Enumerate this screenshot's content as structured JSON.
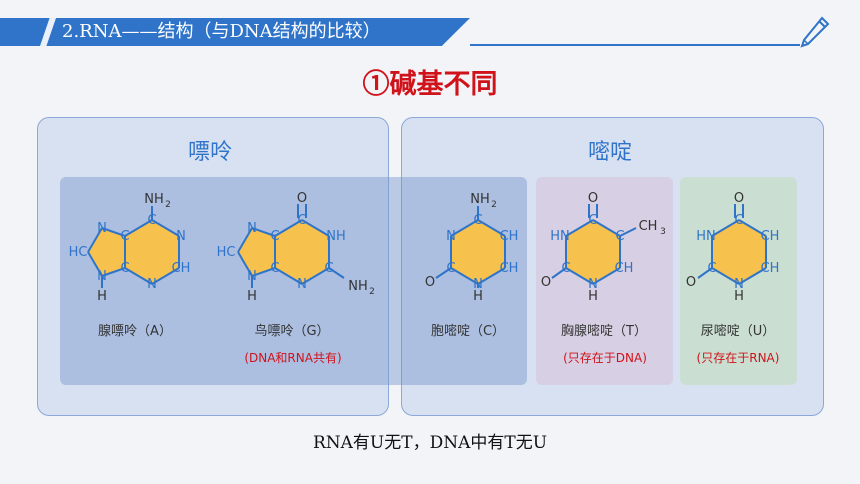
{
  "header": {
    "title": "2.RNA——结构（与DNA结构的比较）"
  },
  "section_title": "①碱基不同",
  "groups": {
    "purine": {
      "title": "嘌呤"
    },
    "pyrimidine": {
      "title": "嘧啶"
    }
  },
  "molecules": {
    "adenine": {
      "name": "腺嘌呤（A）",
      "note": ""
    },
    "guanine": {
      "name": "鸟嘌呤（G）",
      "note": "(DNA和RNA共有)"
    },
    "cytosine": {
      "name": "胞嘧啶（C）",
      "note": ""
    },
    "thymine": {
      "name": "胸腺嘧啶（T）",
      "note": "(只存在于DNA)"
    },
    "uracil": {
      "name": "尿嘧啶（U）",
      "note": "(只存在于RNA)"
    }
  },
  "atoms": {
    "N": "N",
    "C": "C",
    "H": "H",
    "O": "O",
    "NH": "NH",
    "CH": "CH",
    "HC": "HC",
    "HN": "HN",
    "NH2": "NH",
    "sub2": "2",
    "CH3": "CH",
    "sub3": "3"
  },
  "footer": "RNA有U无T，DNA中有T无U",
  "colors": {
    "accent": "#2f74c9",
    "red": "#d0131a",
    "ring": "#f7c14e",
    "atom": "#2f74c9"
  }
}
